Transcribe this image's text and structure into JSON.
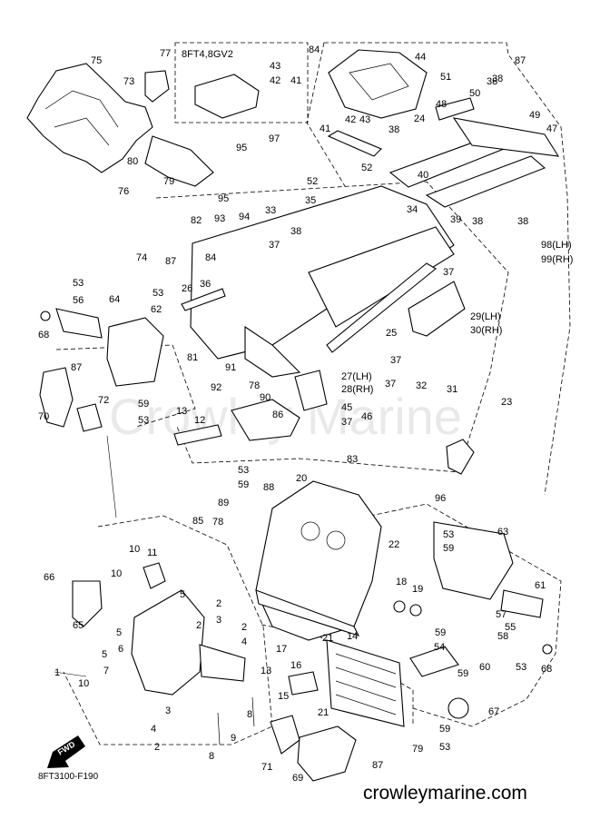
{
  "diagram": {
    "inset_title": "8FT4,8GV2",
    "diagram_code": "8FT3100-F190",
    "website": "crowleymarine.com",
    "watermark": "Crowley Marine",
    "arrow_label": "FWD",
    "labels": [
      {
        "id": "l75",
        "text": "75"
      },
      {
        "id": "l73",
        "text": "73"
      },
      {
        "id": "l77",
        "text": "77"
      },
      {
        "id": "l43a",
        "text": "43"
      },
      {
        "id": "l42a",
        "text": "42"
      },
      {
        "id": "l41a",
        "text": "41"
      },
      {
        "id": "l84a",
        "text": "84"
      },
      {
        "id": "l44",
        "text": "44"
      },
      {
        "id": "l51",
        "text": "51"
      },
      {
        "id": "l38a",
        "text": "38"
      },
      {
        "id": "l38b",
        "text": "38"
      },
      {
        "id": "l87a",
        "text": "87"
      },
      {
        "id": "l50",
        "text": "50"
      },
      {
        "id": "l48",
        "text": "48"
      },
      {
        "id": "l49",
        "text": "49"
      },
      {
        "id": "l47",
        "text": "47"
      },
      {
        "id": "l41b",
        "text": "41"
      },
      {
        "id": "l42b",
        "text": "42"
      },
      {
        "id": "l43b",
        "text": "43"
      },
      {
        "id": "l24",
        "text": "24"
      },
      {
        "id": "l38c",
        "text": "38"
      },
      {
        "id": "l95a",
        "text": "95"
      },
      {
        "id": "l97",
        "text": "97"
      },
      {
        "id": "l80",
        "text": "80"
      },
      {
        "id": "l79a",
        "text": "79"
      },
      {
        "id": "l52a",
        "text": "52"
      },
      {
        "id": "l52b",
        "text": "52"
      },
      {
        "id": "l40",
        "text": "40"
      },
      {
        "id": "l76",
        "text": "76"
      },
      {
        "id": "l95b",
        "text": "95"
      },
      {
        "id": "l94",
        "text": "94"
      },
      {
        "id": "l35",
        "text": "35"
      },
      {
        "id": "l93",
        "text": "93"
      },
      {
        "id": "l33",
        "text": "33"
      },
      {
        "id": "l34",
        "text": "34"
      },
      {
        "id": "l39",
        "text": "39"
      },
      {
        "id": "l38d",
        "text": "38"
      },
      {
        "id": "l38e",
        "text": "38"
      },
      {
        "id": "l38f",
        "text": "38"
      },
      {
        "id": "l82",
        "text": "82"
      },
      {
        "id": "l37a",
        "text": "37"
      },
      {
        "id": "l74",
        "text": "74"
      },
      {
        "id": "l87b",
        "text": "87"
      },
      {
        "id": "l84b",
        "text": "84"
      },
      {
        "id": "l98",
        "text": "98(LH)"
      },
      {
        "id": "l99",
        "text": "99(RH)"
      },
      {
        "id": "l37b",
        "text": "37"
      },
      {
        "id": "l53a",
        "text": "53"
      },
      {
        "id": "l56",
        "text": "56"
      },
      {
        "id": "l53b",
        "text": "53"
      },
      {
        "id": "l62",
        "text": "62"
      },
      {
        "id": "l26",
        "text": "26"
      },
      {
        "id": "l36",
        "text": "36"
      },
      {
        "id": "l64",
        "text": "64"
      },
      {
        "id": "l29",
        "text": "29(LH)"
      },
      {
        "id": "l30",
        "text": "30(RH)"
      },
      {
        "id": "l68a",
        "text": "68"
      },
      {
        "id": "l25",
        "text": "25"
      },
      {
        "id": "l81",
        "text": "81"
      },
      {
        "id": "l37c",
        "text": "37"
      },
      {
        "id": "l27",
        "text": "27(LH)"
      },
      {
        "id": "l28",
        "text": "28(RH)"
      },
      {
        "id": "l91",
        "text": "91"
      },
      {
        "id": "l37d",
        "text": "37"
      },
      {
        "id": "l32",
        "text": "32"
      },
      {
        "id": "l31",
        "text": "31"
      },
      {
        "id": "l87c",
        "text": "87"
      },
      {
        "id": "l78a",
        "text": "78"
      },
      {
        "id": "l92",
        "text": "92"
      },
      {
        "id": "l72",
        "text": "72"
      },
      {
        "id": "l59a",
        "text": "59"
      },
      {
        "id": "l53c",
        "text": "53"
      },
      {
        "id": "l86",
        "text": "86"
      },
      {
        "id": "l90",
        "text": "90"
      },
      {
        "id": "l45",
        "text": "45"
      },
      {
        "id": "l46",
        "text": "46"
      },
      {
        "id": "l37e",
        "text": "37"
      },
      {
        "id": "l23",
        "text": "23"
      },
      {
        "id": "l70",
        "text": "70"
      },
      {
        "id": "l13a",
        "text": "13"
      },
      {
        "id": "l12",
        "text": "12"
      },
      {
        "id": "l83",
        "text": "83"
      },
      {
        "id": "l20",
        "text": "20"
      },
      {
        "id": "l53d",
        "text": "53"
      },
      {
        "id": "l59b",
        "text": "59"
      },
      {
        "id": "l88",
        "text": "88"
      },
      {
        "id": "l96",
        "text": "96"
      },
      {
        "id": "l89",
        "text": "89"
      },
      {
        "id": "l85",
        "text": "85"
      },
      {
        "id": "l78b",
        "text": "78"
      },
      {
        "id": "l63",
        "text": "63"
      },
      {
        "id": "l53e",
        "text": "53"
      },
      {
        "id": "l59c",
        "text": "59"
      },
      {
        "id": "l22",
        "text": "22"
      },
      {
        "id": "l10a",
        "text": "10"
      },
      {
        "id": "l11",
        "text": "11"
      },
      {
        "id": "l66",
        "text": "66"
      },
      {
        "id": "l10b",
        "text": "10"
      },
      {
        "id": "l61",
        "text": "61"
      },
      {
        "id": "l18",
        "text": "18"
      },
      {
        "id": "l19",
        "text": "19"
      },
      {
        "id": "l65",
        "text": "65"
      },
      {
        "id": "l5a",
        "text": "5"
      },
      {
        "id": "l2a",
        "text": "2"
      },
      {
        "id": "l3a",
        "text": "3"
      },
      {
        "id": "l57",
        "text": "57"
      },
      {
        "id": "l55",
        "text": "55"
      },
      {
        "id": "l2b",
        "text": "2"
      },
      {
        "id": "l2c",
        "text": "2"
      },
      {
        "id": "l4a",
        "text": "4"
      },
      {
        "id": "l5b",
        "text": "5"
      },
      {
        "id": "l6",
        "text": "6"
      },
      {
        "id": "l59d",
        "text": "59"
      },
      {
        "id": "l58",
        "text": "58"
      },
      {
        "id": "l14",
        "text": "14"
      },
      {
        "id": "l54",
        "text": "54"
      },
      {
        "id": "l21a",
        "text": "21"
      },
      {
        "id": "l5c",
        "text": "5"
      },
      {
        "id": "l7",
        "text": "7"
      },
      {
        "id": "l17",
        "text": "17"
      },
      {
        "id": "l60",
        "text": "60"
      },
      {
        "id": "l53f",
        "text": "53"
      },
      {
        "id": "l68b",
        "text": "68"
      },
      {
        "id": "l1",
        "text": "1"
      },
      {
        "id": "l16",
        "text": "16"
      },
      {
        "id": "l59e",
        "text": "59"
      },
      {
        "id": "l13b",
        "text": "13"
      },
      {
        "id": "l10c",
        "text": "10"
      },
      {
        "id": "l15",
        "text": "15"
      },
      {
        "id": "l21b",
        "text": "21"
      },
      {
        "id": "l67",
        "text": "67"
      },
      {
        "id": "l3b",
        "text": "3"
      },
      {
        "id": "l8a",
        "text": "8"
      },
      {
        "id": "l4b",
        "text": "4"
      },
      {
        "id": "l2d",
        "text": "2"
      },
      {
        "id": "l9",
        "text": "9"
      },
      {
        "id": "l59f",
        "text": "59"
      },
      {
        "id": "l53g",
        "text": "53"
      },
      {
        "id": "l79b",
        "text": "79"
      },
      {
        "id": "l8b",
        "text": "8"
      },
      {
        "id": "l71",
        "text": "71"
      },
      {
        "id": "l87d",
        "text": "87"
      },
      {
        "id": "l69",
        "text": "69"
      }
    ]
  }
}
